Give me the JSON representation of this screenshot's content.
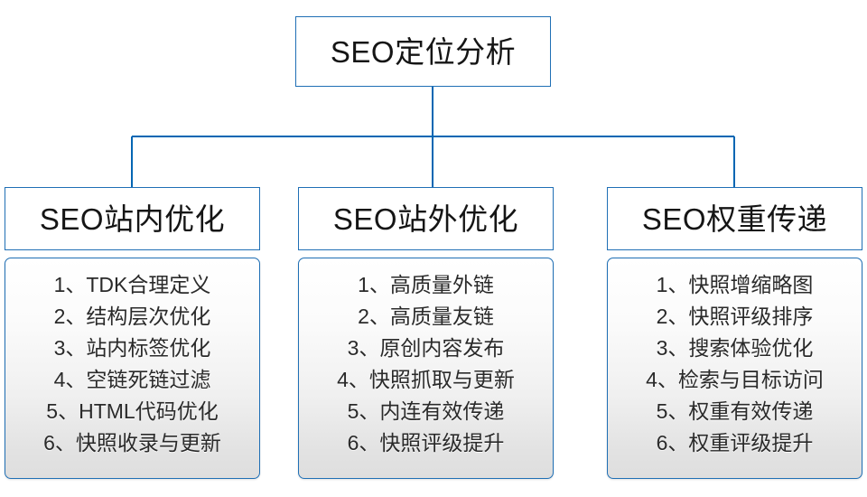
{
  "diagram": {
    "title": "SEO定位分析",
    "colors": {
      "border": "#1f6fb5",
      "connector": "#0066b3",
      "text": "#151515",
      "list_text": "#2a2a2a",
      "header_fill": "#ffffff",
      "body_fill_top": "#ffffff",
      "body_fill_bottom": "#dedede"
    },
    "root": {
      "label": "SEO定位分析"
    },
    "branches": [
      {
        "id": "seo-onsite",
        "header": "SEO站内优化",
        "items": [
          "1、TDK合理定义",
          "2、结构层次优化",
          "3、站内标签优化",
          "4、空链死链过滤",
          "5、HTML代码优化",
          "6、快照收录与更新"
        ]
      },
      {
        "id": "seo-offsite",
        "header": "SEO站外优化",
        "items": [
          "1、高质量外链",
          "2、高质量友链",
          "3、原创内容发布",
          "4、快照抓取与更新",
          "5、内连有效传递",
          "6、快照评级提升"
        ]
      },
      {
        "id": "seo-weight",
        "header": "SEO权重传递",
        "items": [
          "1、快照增缩略图",
          "2、快照评级排序",
          "3、搜索体验优化",
          "4、检索与目标访问",
          "5、权重有效传递",
          "6、权重评级提升"
        ]
      }
    ]
  }
}
